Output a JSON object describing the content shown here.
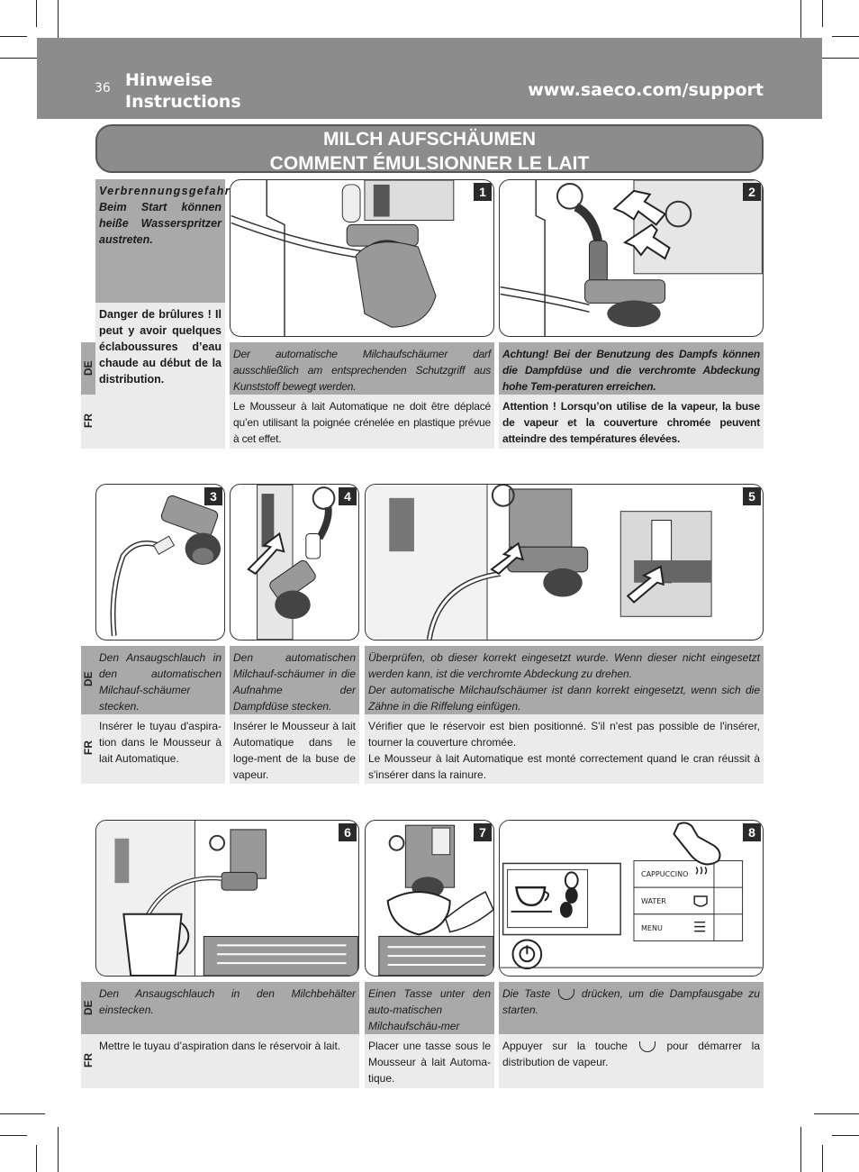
{
  "header": {
    "page_number": "36",
    "title_de": "Hinweise",
    "title_fr": "Instructions",
    "url": "www.saeco.com/support",
    "bg_color": "#8c8c8c"
  },
  "banner": {
    "line1": "MILCH AUFSCHÄUMEN",
    "line2": "COMMENT ÉMULSIONNER LE LAIT"
  },
  "lang": {
    "de": "DE",
    "fr": "FR"
  },
  "warning": {
    "de_line1": "Verbrennungsgefahr!",
    "de_rest": "Beim Start können heiße Wasserspritzer austreten.",
    "fr": "Danger de brûlures ! Il peut y avoir quelques éclaboussures d’eau chaude au début de la distribution."
  },
  "steps": [
    {
      "num": "1",
      "de": "Der automatische Milchaufschäumer darf ausschließlich am entsprechenden Schutzgriff aus Kunststoff bewegt werden.",
      "fr": "Le Mousseur à lait Automatique ne doit être déplacé qu’en utilisant la poignée crénelée en plastique prévue à cet effet."
    },
    {
      "num": "2",
      "de": "Achtung! Bei der Benutzung des Dampfs können die Dampfdüse und die verchromte Abdeckung hohe Tem-peraturen erreichen.",
      "fr": "Attention ! Lorsqu’on utilise de la vapeur, la buse de vapeur et la couverture chromée peuvent atteindre des températures élevées."
    },
    {
      "num": "3",
      "de": "Den Ansaugschlauch in den automatischen Milchauf-schäumer stecken.",
      "fr": "Insérer le tuyau d'aspira-tion dans le Mousseur à lait Automatique."
    },
    {
      "num": "4",
      "de": "Den automatischen Milchauf-schäumer in die Aufnahme der Dampfdüse stecken.",
      "fr": "Insérer le Mousseur à lait Automatique dans le loge-ment de la buse de vapeur."
    },
    {
      "num": "5",
      "de_1": "Überprüfen, ob dieser korrekt eingesetzt wurde. Wenn dieser nicht eingesetzt werden kann, ist die verchromte Abdeckung zu drehen.",
      "de_2": "Der automatische Milchaufschäumer ist dann korrekt eingesetzt, wenn sich die Zähne in die Riffelung einfügen.",
      "fr_1": "Vérifier que le réservoir est bien positionné. S'il n'est pas possible de l'insérer, tourner la couverture chromée.",
      "fr_2": "Le Mousseur à lait Automatique est monté correctement quand le cran réussit à s'insérer dans la rainure."
    },
    {
      "num": "6",
      "de": "Den Ansaugschlauch in den Milchbehälter einstecken.",
      "fr": "Mettre le tuyau d’aspiration dans le réservoir à lait."
    },
    {
      "num": "7",
      "de": "Einen Tasse unter den auto-matischen Milchaufschäu-mer stellen.",
      "fr": "Placer une tasse sous le Mousseur à lait Automa-tique."
    },
    {
      "num": "8",
      "de_pre": "Die Taste",
      "de_post": "drücken, um die Dampfausgabe zu starten.",
      "fr_pre": "Appuyer sur la touche",
      "fr_post": "pour démarrer la distribution de vapeur."
    }
  ],
  "panel": {
    "cappuccino": "CAPPUCCINO",
    "water": "WATER",
    "menu": "MENU"
  },
  "icons": [
    "steam-icon",
    "cup-icon",
    "bean-icon",
    "power-icon",
    "arrow-icon",
    "hand-icon"
  ]
}
